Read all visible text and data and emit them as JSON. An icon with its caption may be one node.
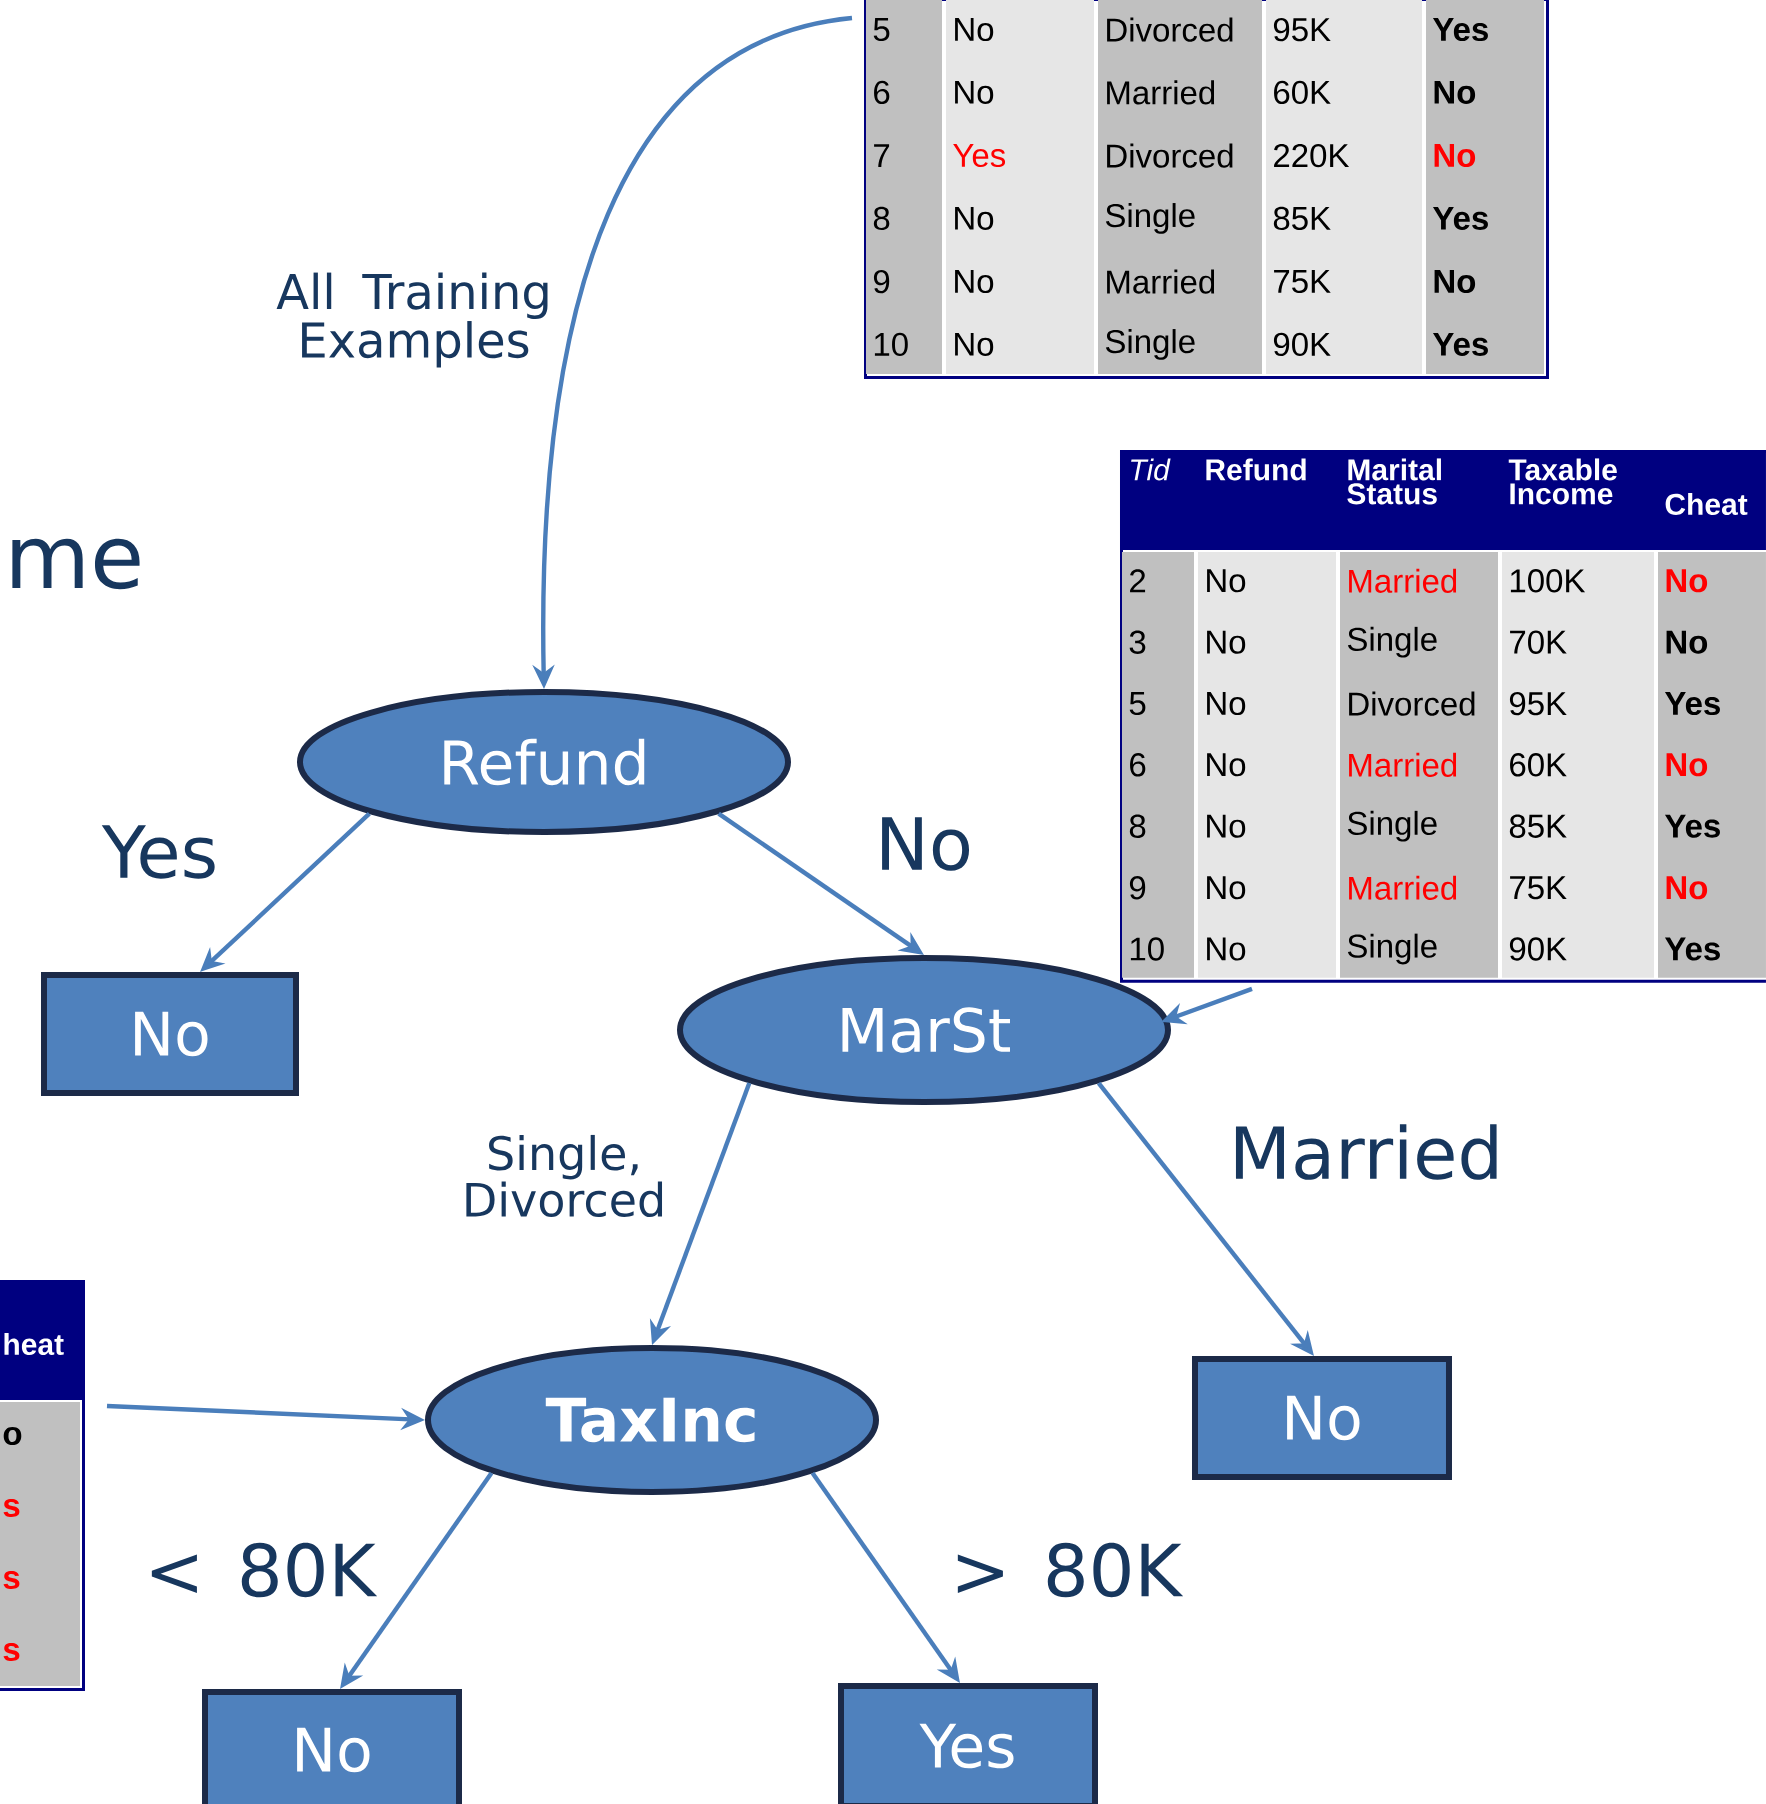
{
  "diagram": {
    "nodes": [
      {
        "text": [
          "5",
          "No",
          "Divorced",
          "95K",
          "Yes",
          "6",
          "No",
          "Married",
          "60K",
          "No",
          "7",
          "Yes",
          "Divorced",
          "220K",
          "No",
          "8",
          "No",
          "Single",
          "85K",
          "Yes",
          "9",
          "No",
          "Married",
          "75K",
          "No",
          "10",
          "No",
          "Single",
          "90K",
          "Yes"
        ]
      },
      {
        "text": [
          "Tid",
          "Refund",
          "Marital Status",
          "Taxable Income",
          "Cheat",
          "2",
          "No",
          "Married",
          "100K",
          "No",
          "3",
          "No",
          "Single",
          "70K",
          "No",
          "5",
          "No",
          "Divorced",
          "95K",
          "Yes",
          "6",
          "No",
          "Married",
          "60K",
          "No",
          "8",
          "No",
          "Single",
          "85K",
          "Yes",
          "9",
          "No",
          "Married",
          "75K",
          "No",
          "10",
          "No",
          "Single",
          "90K",
          "Yes"
        ]
      },
      {
        "text": [
          "heat",
          "o",
          "s",
          "s",
          "s"
        ]
      },
      {
        "text": [
          "Refund"
        ]
      },
      {
        "text": [
          "No"
        ]
      },
      {
        "text": [
          "MarSt"
        ]
      },
      {
        "text": [
          "TaxInc"
        ]
      },
      {
        "text": [
          "No"
        ]
      },
      {
        "text": [
          "No"
        ]
      },
      {
        "text": [
          "Yes"
        ]
      }
    ],
    "edges": [
      {
        "from": 0,
        "to": 3,
        "arrow": "to",
        "label": "All Training Examples"
      },
      {
        "from": 3,
        "to": 4,
        "arrow": "to",
        "label": "Yes"
      },
      {
        "from": 3,
        "to": 5,
        "arrow": "to",
        "label": "No"
      },
      {
        "from": 1,
        "to": 5,
        "arrow": "to"
      },
      {
        "from": 5,
        "to": 6,
        "arrow": "to",
        "label": "Single, Divorced"
      },
      {
        "from": 5,
        "to": 7,
        "arrow": "to",
        "label": "Married"
      },
      {
        "from": 2,
        "to": 6,
        "arrow": "to"
      },
      {
        "from": 6,
        "to": 8,
        "arrow": "to",
        "label": "< 80K"
      },
      {
        "from": 6,
        "to": 9,
        "arrow": "to",
        "label": "> 80K"
      }
    ],
    "labels": [
      "me"
    ]
  }
}
